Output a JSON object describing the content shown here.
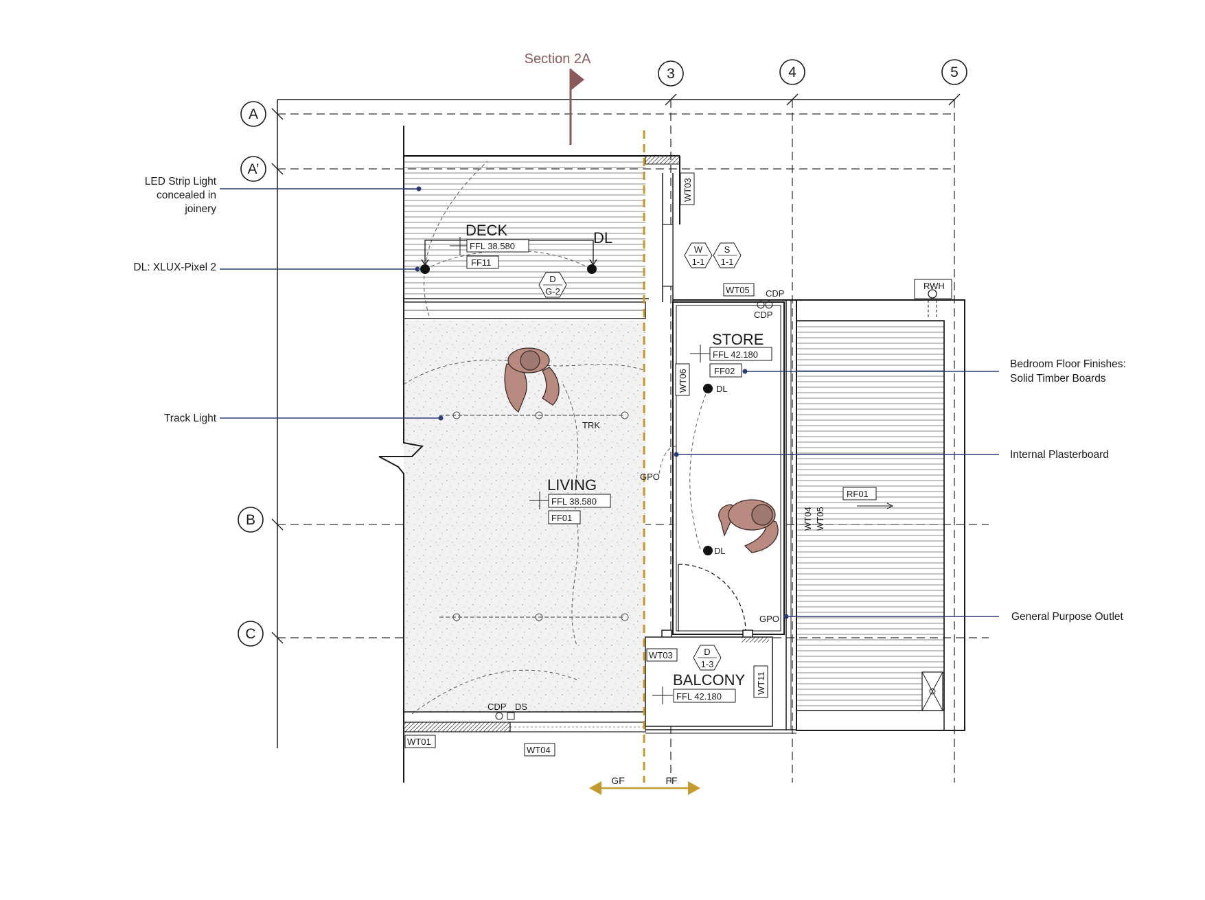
{
  "section": {
    "label": "Section 2A"
  },
  "grid_columns": [
    "3",
    "4",
    "5"
  ],
  "grid_rows": [
    "A",
    "A’",
    "B",
    "C"
  ],
  "rooms": {
    "deck": {
      "name": "DECK",
      "ffl": "FFL 38.580",
      "finish": "FF11",
      "dl": "DL"
    },
    "store": {
      "name": "STORE",
      "ffl": "FFL 42.180",
      "finish": "FF02",
      "dl": "DL"
    },
    "living": {
      "name": "LIVING",
      "ffl": "FFL 38.580",
      "finish": "FF01"
    },
    "balcony": {
      "name": "BALCONY",
      "ffl": "FFL 42.180"
    }
  },
  "tags": {
    "wt03_top": "WT03",
    "wt05": "WT05",
    "wt06": "WT06",
    "wt03_bottom": "WT03",
    "wt11": "WT11",
    "wt01": "WT01",
    "wt04_bottom": "WT04",
    "wt04_side": "WT04",
    "wt05_side": "WT05",
    "rf01": "RF01",
    "rwh": "RWH",
    "cdp_top": "CDP",
    "cdp_mid": "CDP",
    "cdp_bottom": "CDP",
    "ds": "DS",
    "trk": "TRK",
    "gpo_living": "GPO",
    "gpo_store": "GPO",
    "dl_store_lower": "DL"
  },
  "hex_tags": {
    "window": {
      "top": "W",
      "bottom": "1-1"
    },
    "skylight": {
      "top": "S",
      "bottom": "1-1"
    },
    "door_deck": {
      "top": "D",
      "bottom": "G-2"
    },
    "door_balcony": {
      "top": "D",
      "bottom": "1-3"
    }
  },
  "callouts_left": [
    {
      "lines": [
        "LED Strip Light",
        "concealed in",
        "joinery"
      ]
    },
    {
      "lines": [
        "DL: XLUX-Pixel 2"
      ]
    },
    {
      "lines": [
        "Track Light"
      ]
    }
  ],
  "callouts_right": [
    {
      "lines": [
        "Bedroom Floor Finishes:",
        "Solid Timber Boards"
      ]
    },
    {
      "lines": [
        "Internal Plasterboard"
      ]
    },
    {
      "lines": [
        "General Purpose Outlet"
      ]
    }
  ],
  "level_marker": {
    "left": "GF",
    "right": "FF"
  },
  "colors": {
    "leader": "#2c3a78",
    "section_marker": "#8a5a5a",
    "level_line": "#c49a2c",
    "figure": "#b88a80"
  }
}
